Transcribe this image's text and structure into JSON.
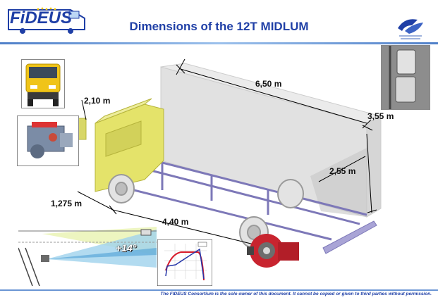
{
  "header": {
    "logo_text": "FiDEUS",
    "title": "Dimensions of the 12T MIDLUM"
  },
  "dimensions": {
    "length_total": "6,50 m",
    "width": "2,10 m",
    "height": "3,55 m",
    "box_height": "2,55 m",
    "front_overhang": "1,275 m",
    "wheelbase": "4,40 m"
  },
  "mirror_view": {
    "angle": "+14°"
  },
  "footer": {
    "notice": "The FIDEUS Consortium  is the sole owner of this document. It cannot be copied or given to third parties without permission."
  },
  "colors": {
    "title_blue": "#1f3fa6",
    "cab_yellow": "#e4e36a",
    "box_grey": "#d6d6d6",
    "chassis_purple": "#8f89c6",
    "curve_red": "#d81b2b",
    "curve_blue": "#2334a8"
  },
  "icons": [
    "truck-front-photo",
    "engine-photo",
    "mirror-photo",
    "gearbox-photo",
    "torque-curve-chart",
    "mirror-field-diagram",
    "partner-logo"
  ]
}
